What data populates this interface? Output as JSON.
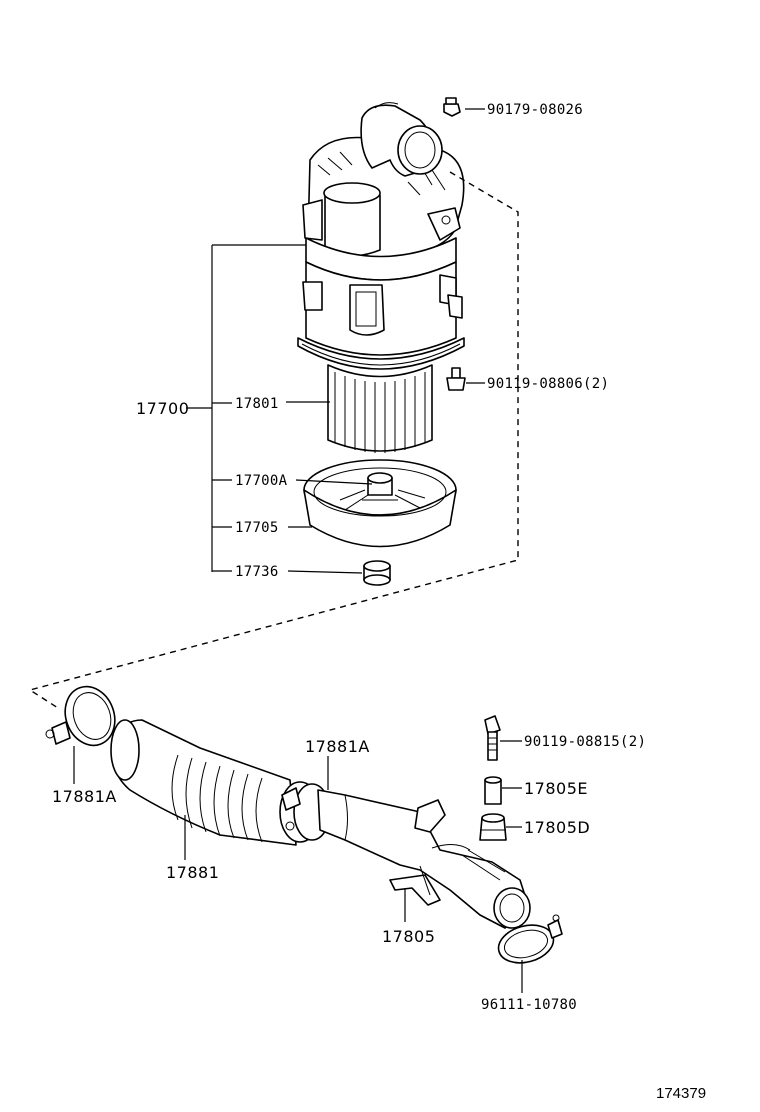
{
  "parts": {
    "p_90179_08026": "90179-08026",
    "p_17700": "17700",
    "p_17801": "17801",
    "p_90119_08806": "90119-08806(2)",
    "p_17700A": "17700A",
    "p_17705": "17705",
    "p_17736": "17736",
    "p_17881A_left": "17881A",
    "p_17881A_mid": "17881A",
    "p_17881": "17881",
    "p_90119_08815": "90119-08815(2)",
    "p_17805E": "17805E",
    "p_17805D": "17805D",
    "p_17805": "17805",
    "p_96111_10780": "96111-10780"
  },
  "diagram_ref": "174379"
}
